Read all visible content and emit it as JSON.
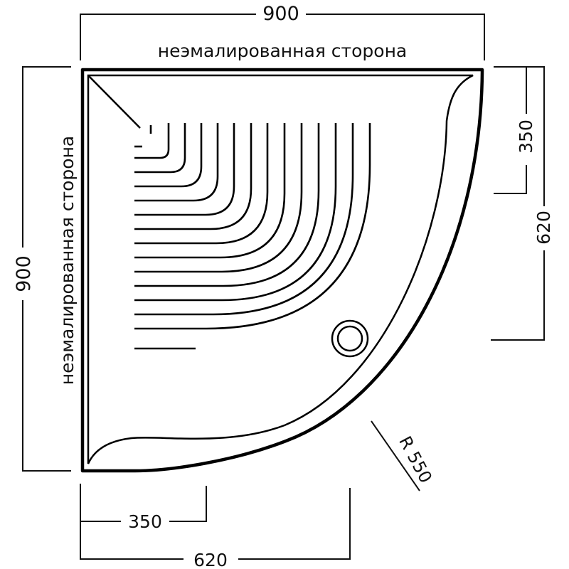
{
  "labels": {
    "top_width": "900",
    "left_height": "900",
    "top_side": "неэмалированная сторона",
    "left_side": "неэмалированная сторона",
    "right_upper": "350",
    "right_full": "620",
    "bottom_short": "350",
    "bottom_full": "620",
    "radius": "R 550"
  },
  "colors": {
    "stroke": "#000000",
    "background": "#ffffff"
  }
}
